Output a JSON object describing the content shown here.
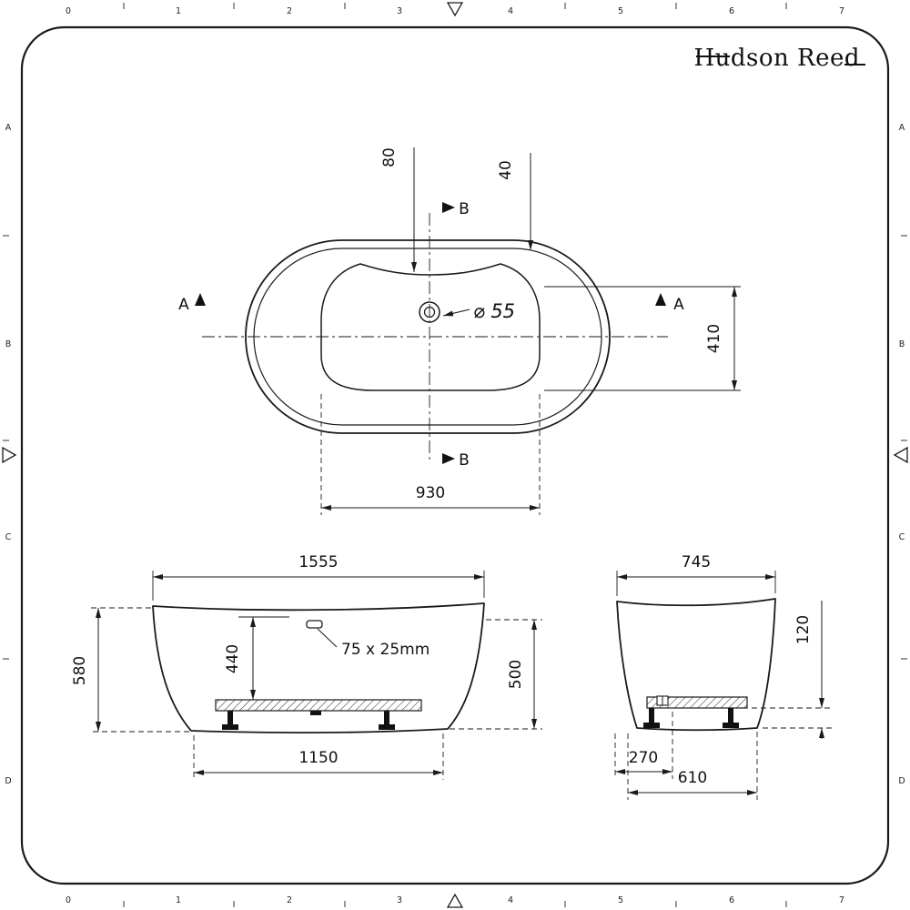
{
  "brand": {
    "name": "Hudson Reed"
  },
  "rulers": {
    "top": [
      "0",
      "1",
      "2",
      "3",
      "4",
      "5",
      "6",
      "7"
    ],
    "bottom": [
      "0",
      "1",
      "2",
      "3",
      "4",
      "5",
      "6",
      "7"
    ],
    "left": [
      "A",
      "B",
      "C",
      "D"
    ],
    "right": [
      "A",
      "B",
      "C",
      "D"
    ]
  },
  "plan": {
    "section_a": "A",
    "section_b": "B",
    "dim_tap_offset": "80",
    "dim_rim_offset": "40",
    "dim_inner_width": "410",
    "dim_inner_length": "930",
    "drain_diameter": "⌀ 55"
  },
  "front": {
    "dim_overall_length": "1555",
    "dim_inner_depth": "440",
    "dim_overall_height": "580",
    "dim_shell_height": "500",
    "dim_base_length": "1150",
    "overflow_size": "75 x 25mm"
  },
  "end": {
    "dim_overall_width": "745",
    "dim_foot_height": "120",
    "dim_waste_offset": "270",
    "dim_base_width": "610"
  }
}
